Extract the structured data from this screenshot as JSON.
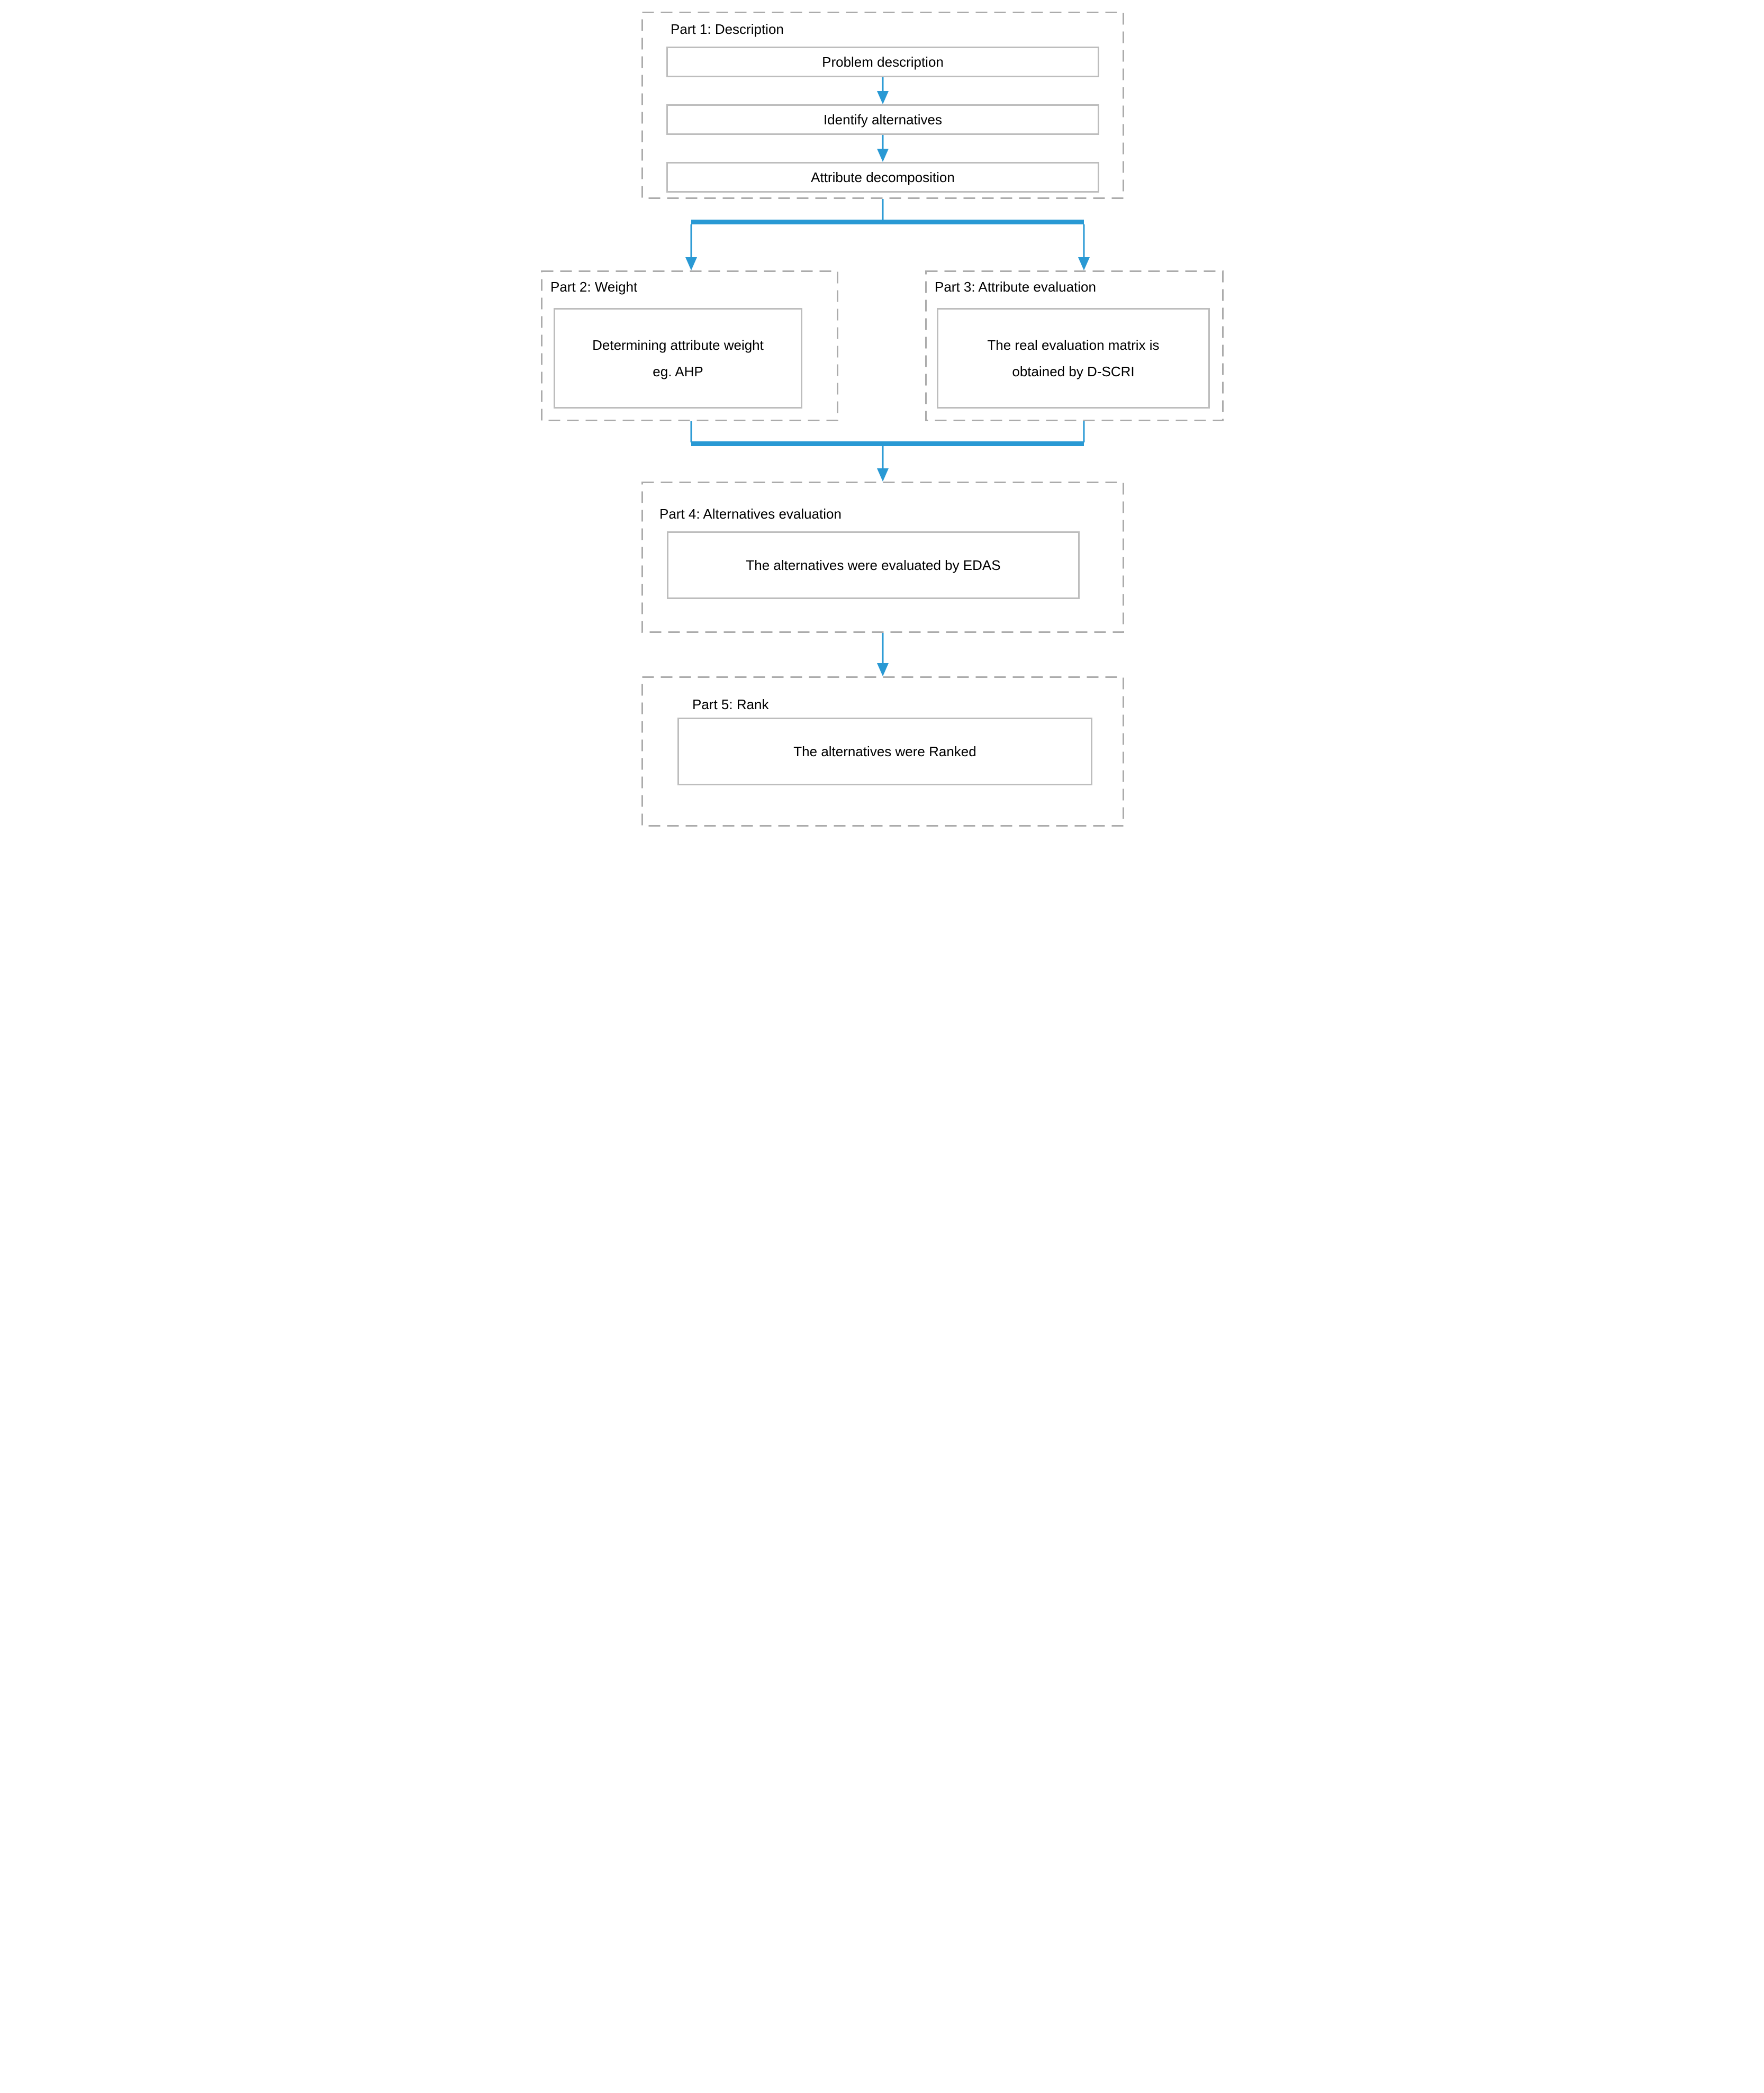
{
  "figure": {
    "type": "flowchart",
    "description": "Five-part decision methodology flowchart"
  },
  "colors": {
    "accent_blue": "#2999D4",
    "dash_gray": "#ABABAB",
    "box_gray": "#BDBDBD",
    "text": "#000000",
    "bg": "#FFFFFF"
  },
  "parts": {
    "part1": {
      "title": "Part 1: Description",
      "boxes": [
        "Problem description",
        "Identify alternatives",
        "Attribute decomposition"
      ]
    },
    "part2": {
      "title": "Part 2: Weight",
      "box_lines": [
        "Determining attribute weight",
        "eg. AHP"
      ]
    },
    "part3": {
      "title": "Part 3: Attribute evaluation",
      "box_lines": [
        "The real evaluation matrix is",
        "obtained by D-SCRI"
      ]
    },
    "part4": {
      "title": "Part 4: Alternatives evaluation",
      "box": "The alternatives were evaluated by EDAS"
    },
    "part5": {
      "title": "Part 5: Rank",
      "box": "The alternatives were Ranked"
    }
  }
}
